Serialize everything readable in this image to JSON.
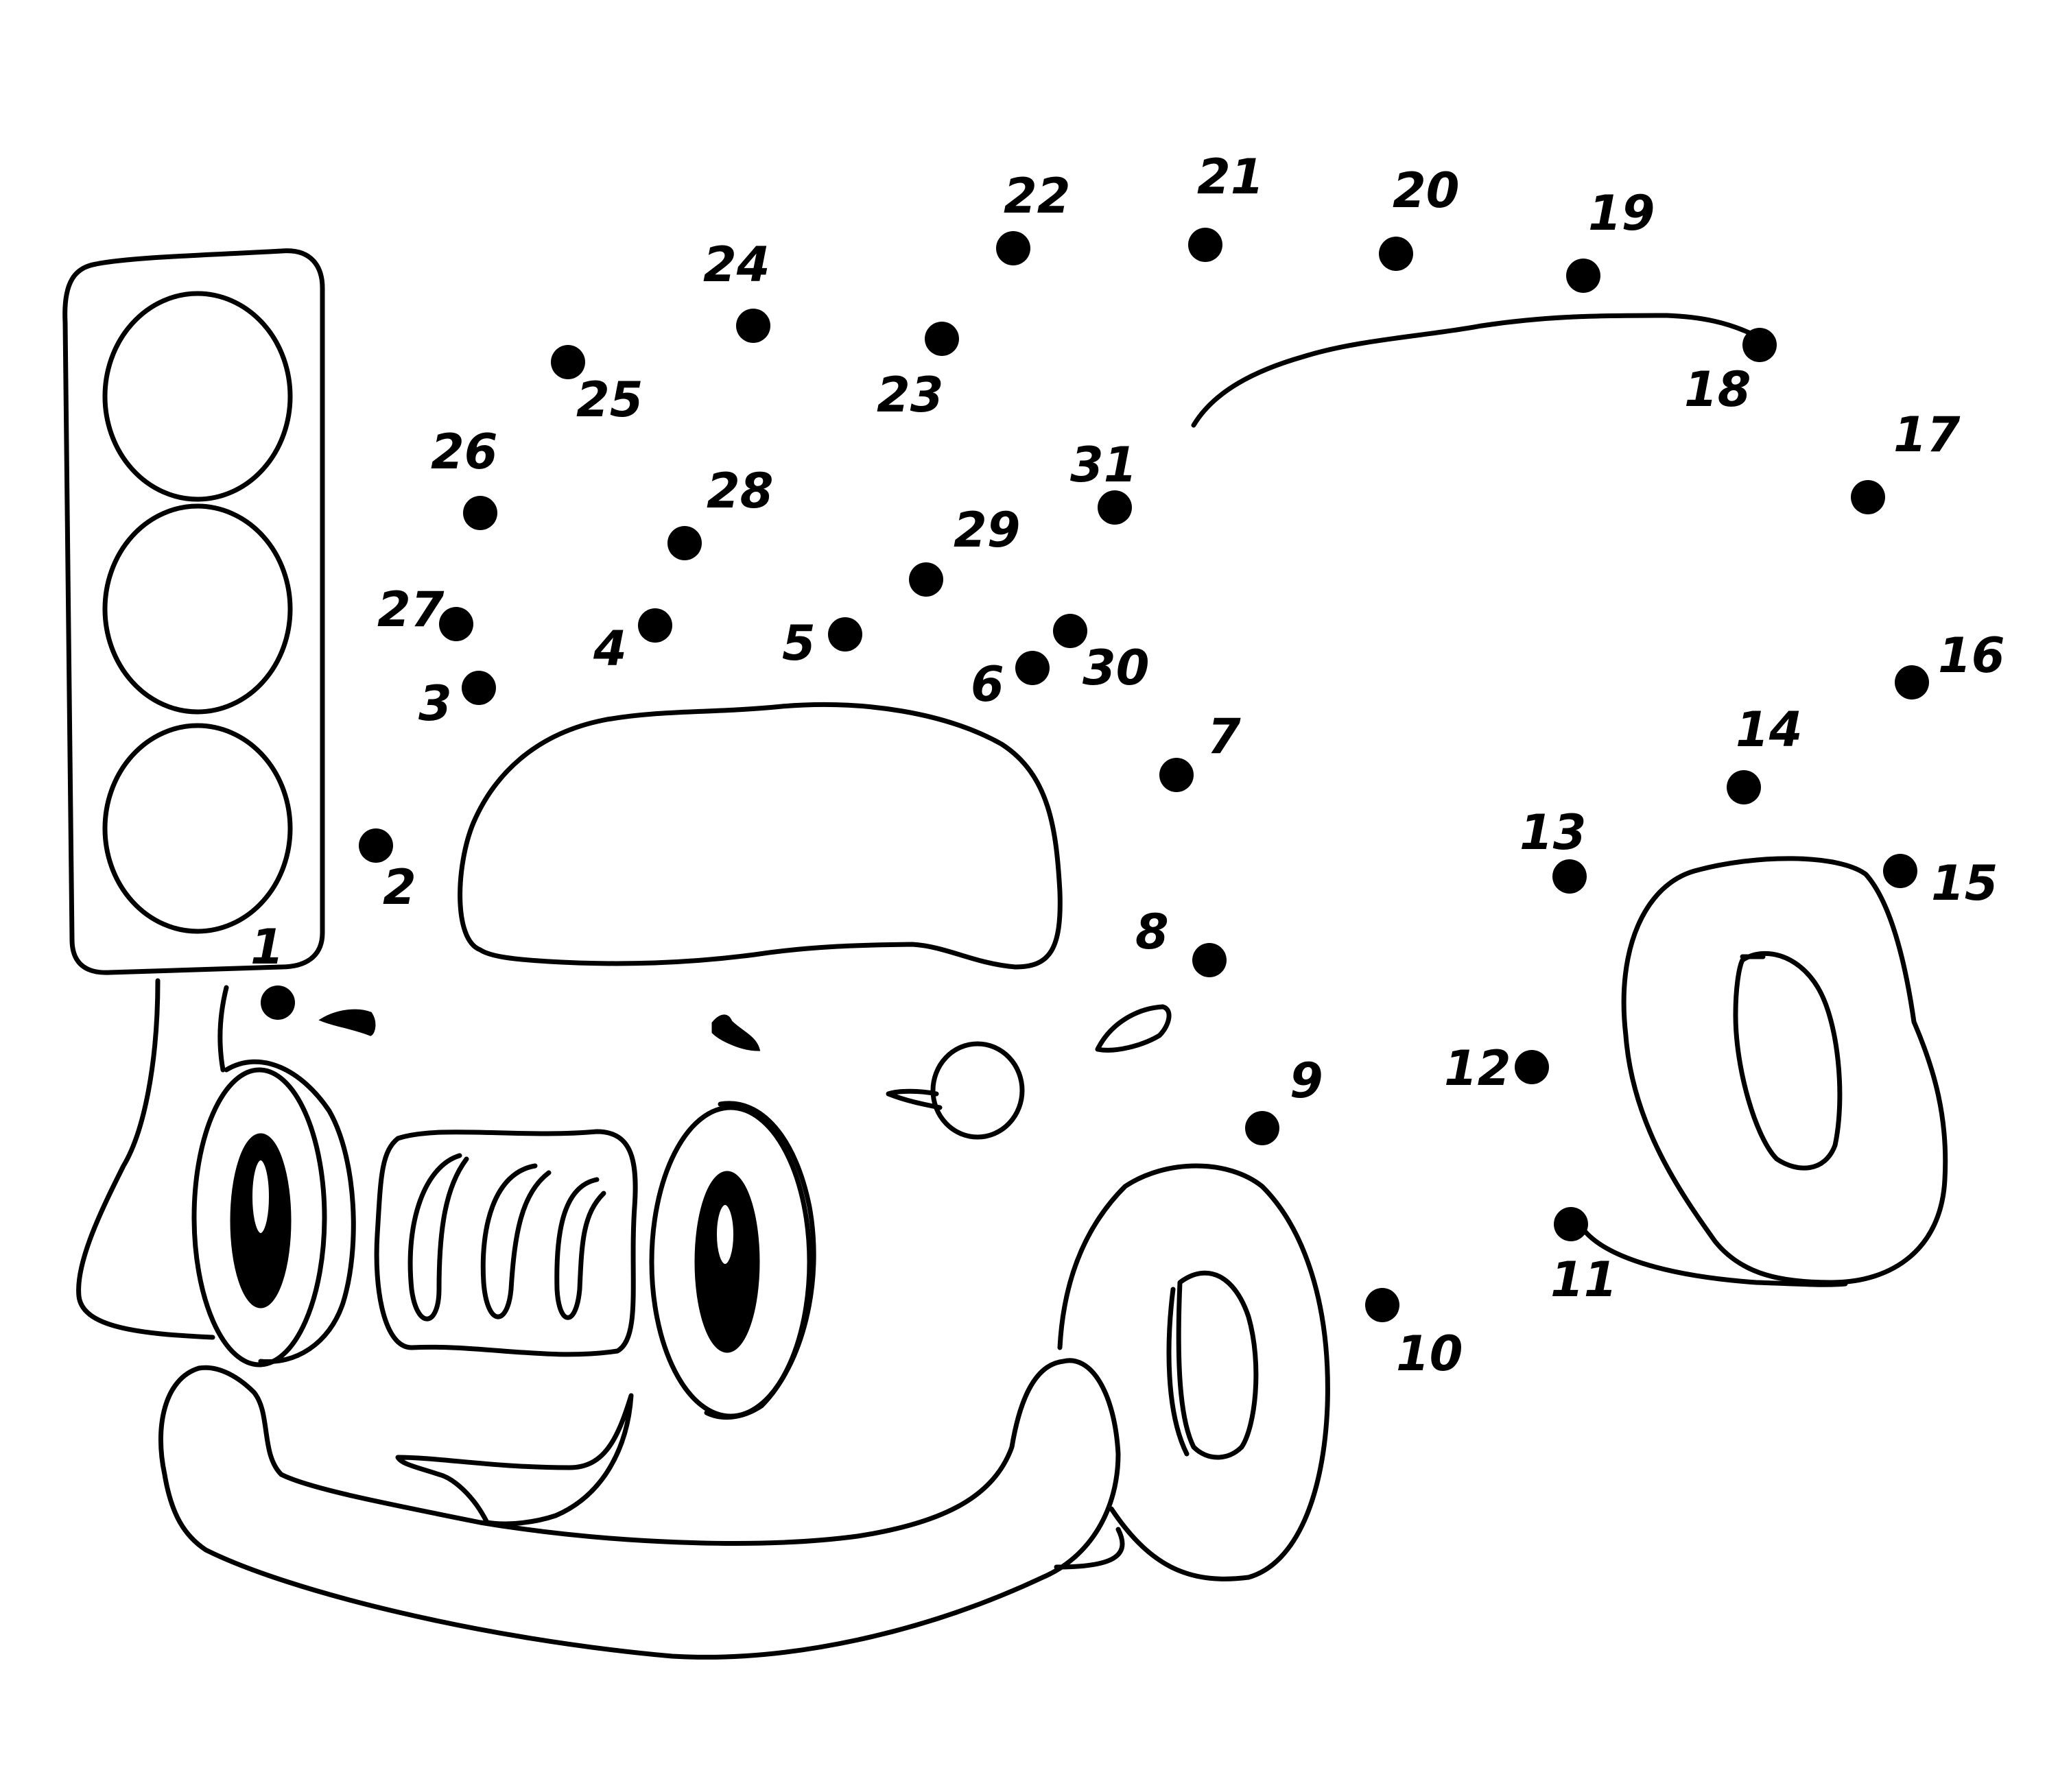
{
  "points": [
    {
      "label": "1"
    },
    {
      "label": "2"
    },
    {
      "label": "3"
    },
    {
      "label": "4"
    },
    {
      "label": "5"
    },
    {
      "label": "6"
    },
    {
      "label": "7"
    },
    {
      "label": "8"
    },
    {
      "label": "9"
    },
    {
      "label": "10"
    },
    {
      "label": "11"
    },
    {
      "label": "12"
    },
    {
      "label": "13"
    },
    {
      "label": "14"
    },
    {
      "label": "15"
    },
    {
      "label": "16"
    },
    {
      "label": "17"
    },
    {
      "label": "18"
    },
    {
      "label": "19"
    },
    {
      "label": "20"
    },
    {
      "label": "21"
    },
    {
      "label": "22"
    },
    {
      "label": "23"
    },
    {
      "label": "24"
    },
    {
      "label": "25"
    },
    {
      "label": "26"
    },
    {
      "label": "27"
    },
    {
      "label": "28"
    },
    {
      "label": "29"
    },
    {
      "label": "30"
    },
    {
      "label": "31"
    }
  ],
  "colors": {
    "ink": "#000000",
    "paper": "#ffffff"
  }
}
